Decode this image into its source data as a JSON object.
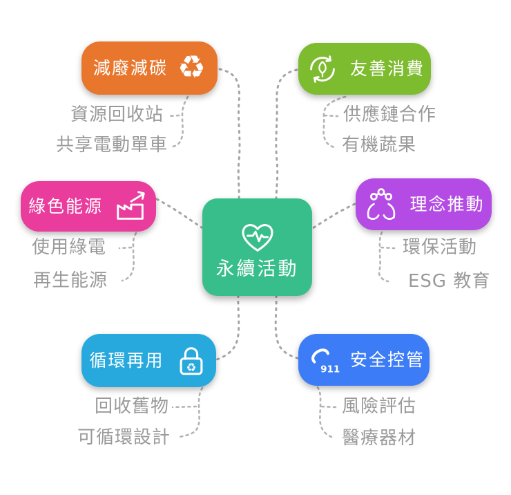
{
  "center": {
    "label": "永續活動",
    "color": "#38BE8B",
    "icon": "heart-pulse-icon"
  },
  "nodes": [
    {
      "id": "reduce-waste-carbon",
      "label": "減廢減碳",
      "color": "#E8762C",
      "icon": "recycle-icon",
      "items": [
        "資源回收站",
        "共享電動單車"
      ]
    },
    {
      "id": "friendly-consumption",
      "label": "友善消費",
      "color": "#7DBB2F",
      "icon": "leaf-cycle-icon",
      "items": [
        "供應鏈合作",
        "有機蔬果"
      ]
    },
    {
      "id": "green-energy",
      "label": "綠色能源",
      "color": "#EA3C9C",
      "icon": "factory-arrow-icon",
      "items": [
        "使用綠電",
        "再生能源"
      ]
    },
    {
      "id": "concept-promotion",
      "label": "理念推動",
      "color": "#B44BE4",
      "icon": "hands-network-icon",
      "items": [
        "環保活動",
        "ESG 教育"
      ]
    },
    {
      "id": "circular-reuse",
      "label": "循環再用",
      "color": "#27A9DD",
      "icon": "lock-recycle-icon",
      "items": [
        "回收舊物",
        "可循環設計"
      ]
    },
    {
      "id": "safety-control",
      "label": "安全控管",
      "color": "#3C7CF6",
      "icon": "phone-911-icon",
      "icon_badge": "911",
      "items": [
        "風險評估",
        "醫療器材"
      ]
    }
  ],
  "icons": {
    "recycle_glyph": "♻"
  },
  "connector": {
    "color": "#8F8F8F"
  }
}
